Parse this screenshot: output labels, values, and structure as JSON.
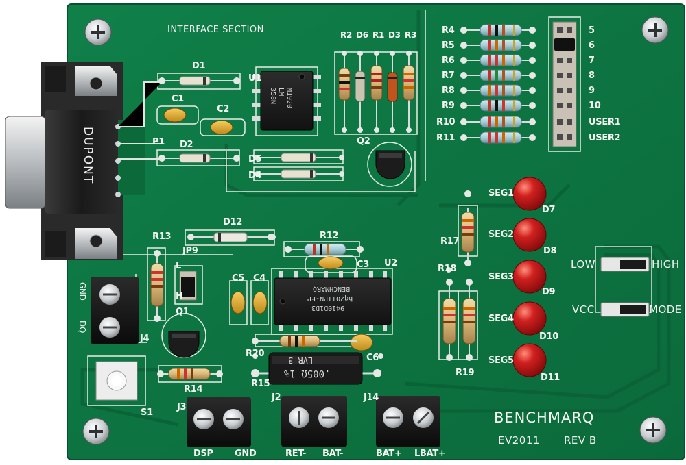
{
  "board": {
    "manufacturer": "BENCHMARQ",
    "model": "EV2011",
    "revision": "REV B",
    "section_title": "INTERFACE SECTION",
    "connector_label": "DUPONT",
    "colors": {
      "pcb": "#0f7a45",
      "pcb_dark": "#0a5c33",
      "silkscreen": "#f4f6f2",
      "led": "#c81818"
    }
  },
  "chips": {
    "u1_marking": [
      "M1920",
      "LM",
      "358N"
    ],
    "u2_marking": [
      "BENCHMARQ",
      "bq2011PN-EP",
      "9410D1D3"
    ],
    "r15_marking": [
      "LVR-3",
      ".005Ω 1%"
    ]
  },
  "labels": {
    "components": [
      "D1",
      "C1",
      "C2",
      "U1",
      "P1",
      "D2",
      "D5",
      "D4",
      "Q2",
      "R2",
      "D6",
      "R1",
      "D3",
      "R3",
      "D12",
      "R12",
      "C3",
      "U2",
      "R13",
      "JP9",
      "C5",
      "C4",
      "Q1",
      "R20",
      "C6",
      "R14",
      "R15",
      "J2",
      "J14",
      "S1",
      "J3",
      "J4",
      "R17",
      "R18",
      "R19",
      "D7",
      "D8",
      "D9",
      "D10",
      "D11"
    ],
    "jumper_resistors": [
      "R4",
      "R5",
      "R6",
      "R7",
      "R8",
      "R9",
      "R10",
      "R11"
    ],
    "jumper_values": [
      "5",
      "6",
      "7",
      "8",
      "9",
      "10",
      "USER1",
      "USER2"
    ],
    "segments": [
      "SEG1",
      "SEG2",
      "SEG3",
      "SEG4",
      "SEG5"
    ],
    "switch_low": "LOW",
    "switch_high": "HIGH",
    "switch_vcc": "VCC",
    "switch_mode": "MODE",
    "jp9_l": "L",
    "jp9_h": "H",
    "j4_pins": [
      "GND",
      "DQ"
    ],
    "terminal_labels": [
      "DSP",
      "GND",
      "RET-",
      "BAT-",
      "BAT+",
      "LBAT+"
    ]
  }
}
